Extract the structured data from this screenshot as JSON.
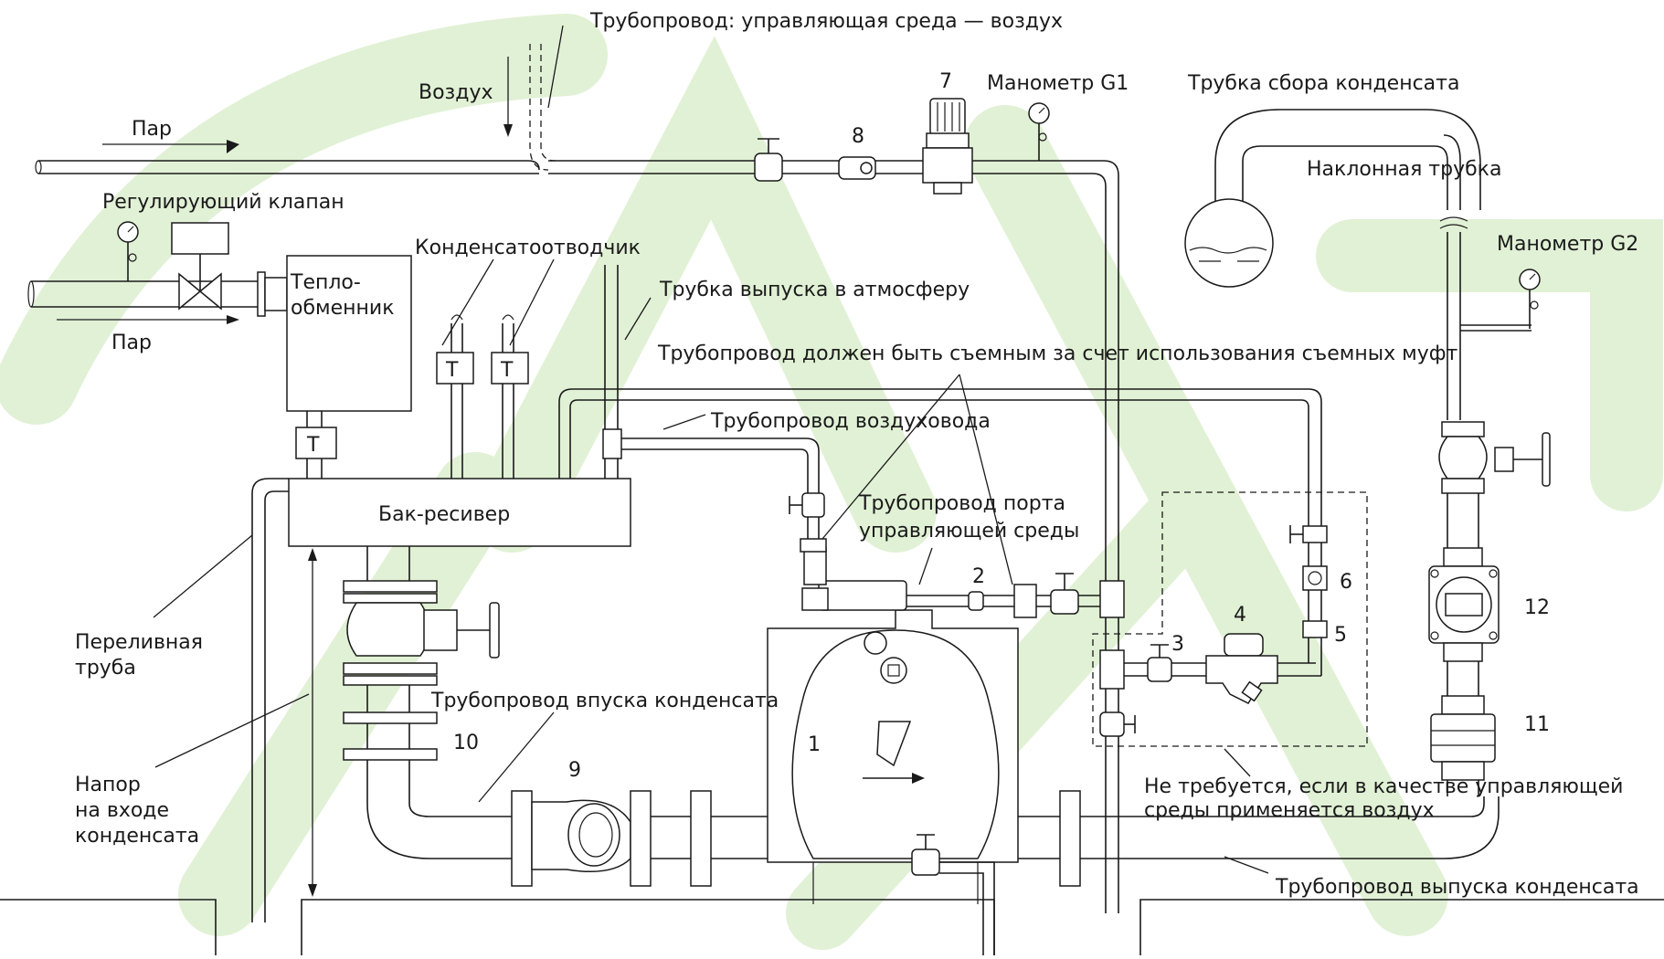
{
  "diagram": {
    "watermark_color": "#c9e6b4",
    "line_color": "#1a1a1a",
    "labels": {
      "pipeline_control_air": "Трубопровод: управляющая среда — воздух",
      "air": "Воздух",
      "steam_top": "Пар",
      "steam_bottom": "Пар",
      "control_valve": "Регулирующий клапан",
      "heat_exchanger_line1": "Тепло-",
      "heat_exchanger_line2": "обменник",
      "steam_trap": "Конденсатоотводчик",
      "vent_pipe": "Трубка выпуска в атмосферу",
      "removable_note": "Трубопровод должен быть съемным за счет использования съемных муфт",
      "air_duct": "Трубопровод воздуховода",
      "receiver_tank": "Бак-ресивер",
      "control_port_line1": "Трубопровод порта",
      "control_port_line2": "управляющей среды",
      "overflow_line1": "Переливная",
      "overflow_line2": "труба",
      "head_line1": "Напор",
      "head_line2": "на входе",
      "head_line3": "конденсата",
      "condensate_inlet": "Трубопровод впуска конденсата",
      "not_required_line1": "Не требуется, если в качестве управляющей",
      "not_required_line2": "среды применяется воздух",
      "condensate_outlet": "Трубопровод выпуска конденсата",
      "gauge_g1": "Манометр G1",
      "gauge_g2": "Манометр G2",
      "collection_tube": "Трубка сбора конденсата",
      "inclined_tube": "Наклонная трубка",
      "trap_symbol": "T"
    },
    "numbers": {
      "n1": "1",
      "n2": "2",
      "n3": "3",
      "n4": "4",
      "n5": "5",
      "n6": "6",
      "n7": "7",
      "n8": "8",
      "n9": "9",
      "n10": "10",
      "n11": "11",
      "n12": "12"
    }
  }
}
